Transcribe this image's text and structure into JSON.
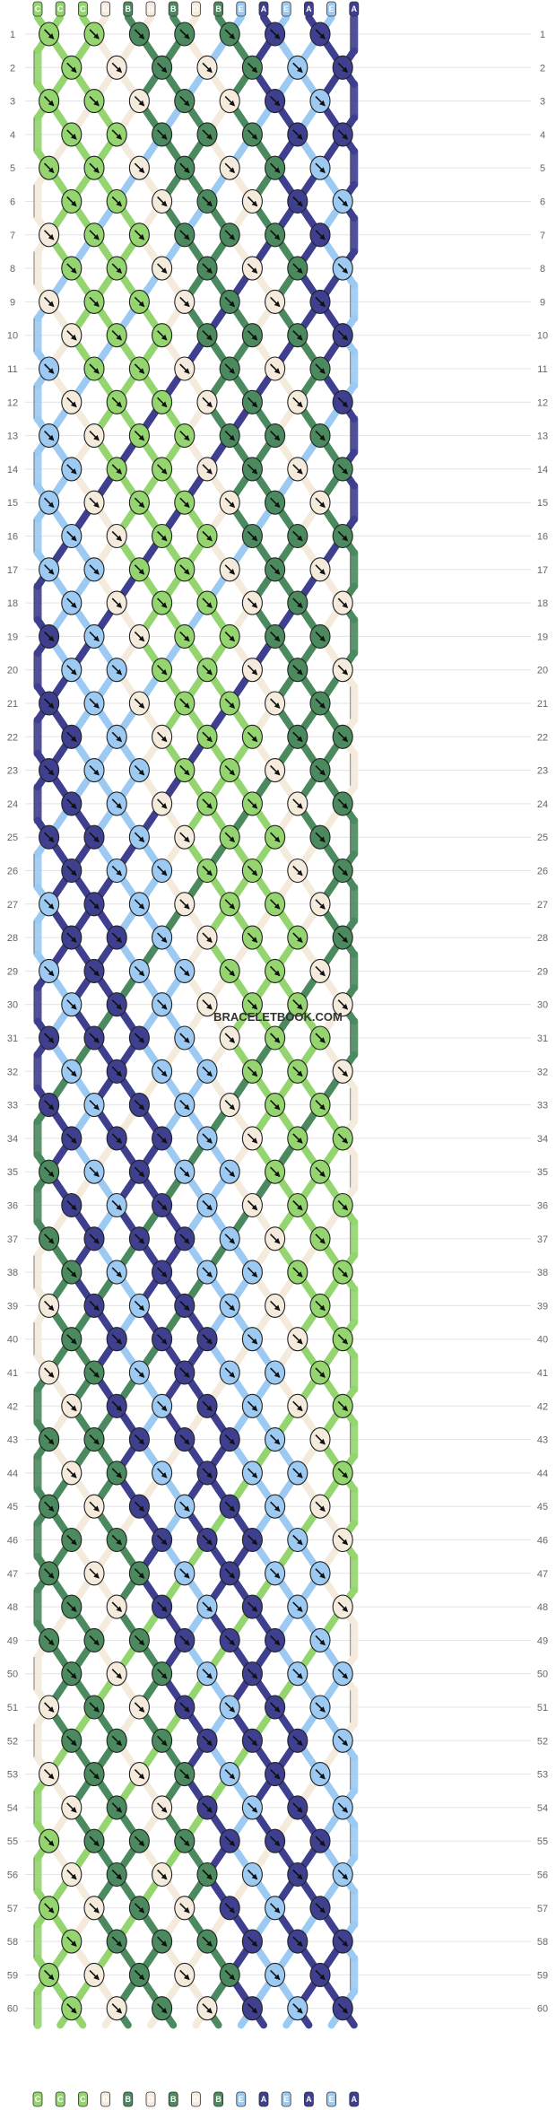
{
  "watermark": "BRACELETBOOK.COM",
  "strand_colors": {
    "A": "#3f3f8f",
    "B": "#4b8a5e",
    "C": "#95d56f",
    "D": "#f5ebdd",
    "E": "#9ccaf2"
  },
  "initial_strands": [
    "C",
    "C",
    "C",
    "D",
    "B",
    "D",
    "B",
    "D",
    "B",
    "E",
    "A",
    "E",
    "A",
    "E",
    "A"
  ],
  "row_labels": [
    "1",
    "2",
    "3",
    "4",
    "5",
    "6",
    "7",
    "8",
    "9",
    "10",
    "11",
    "12",
    "13",
    "14",
    "15",
    "16",
    "17",
    "18",
    "19",
    "20",
    "21",
    "22",
    "23",
    "24",
    "25",
    "26",
    "27",
    "28",
    "29",
    "30",
    "31",
    "32",
    "33",
    "34",
    "35",
    "36",
    "37",
    "38",
    "39",
    "40",
    "41",
    "42",
    "43",
    "44",
    "45",
    "46",
    "47",
    "48",
    "49",
    "50",
    "51",
    "52",
    "53",
    "54",
    "55",
    "56",
    "57",
    "58",
    "59",
    "60"
  ],
  "grid": {
    "strands": 15,
    "rows": 60
  }
}
